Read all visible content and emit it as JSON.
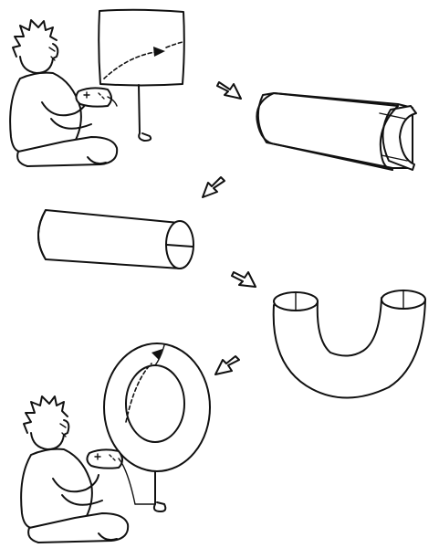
{
  "figure": {
    "steps": [
      {
        "id": "screen-play",
        "label": ""
      },
      {
        "id": "rolled-open-tube",
        "label": ""
      },
      {
        "id": "closed-cylinder",
        "label": ""
      },
      {
        "id": "bent-tube",
        "label": ""
      },
      {
        "id": "torus-play",
        "label": ""
      }
    ],
    "colors": {
      "ink": "#111111",
      "paper": "#ffffff"
    },
    "icons": [
      "player-figure",
      "flat-screen",
      "game-controller",
      "arrow-icon",
      "torus-screen"
    ]
  }
}
